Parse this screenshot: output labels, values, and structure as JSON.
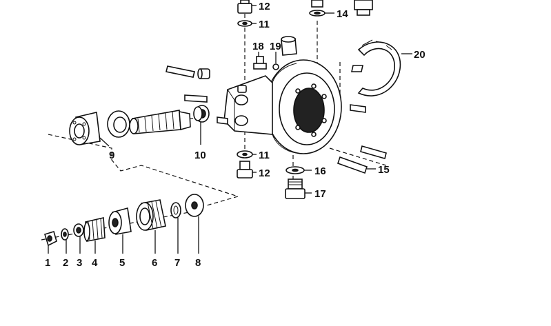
{
  "labels": {
    "p1": "1",
    "p2": "2",
    "p3": "3",
    "p4": "4",
    "p5": "5",
    "p6": "6",
    "p7": "7",
    "p8": "8",
    "p9": "9",
    "p10": "10",
    "p11a": "11",
    "p11b": "11",
    "p12a": "12",
    "p12b": "12",
    "p14": "14",
    "p15": "15",
    "p16": "16",
    "p17": "17",
    "p18": "18",
    "p19": "19",
    "p20": "20"
  }
}
